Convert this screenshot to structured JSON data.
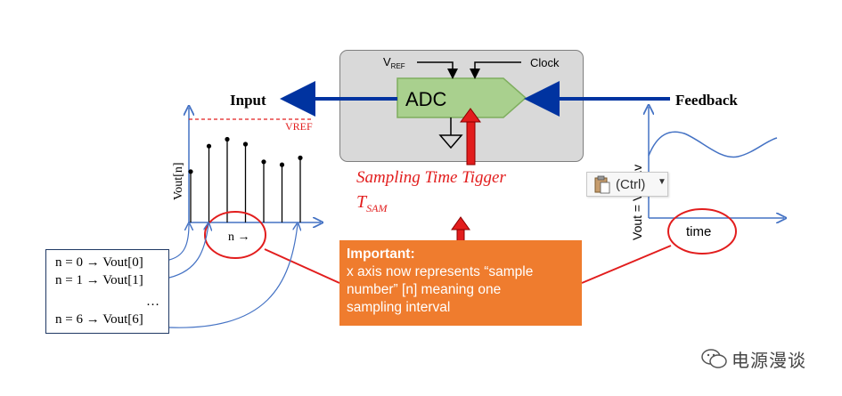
{
  "adc": {
    "block_label": "ADC",
    "vref_label": "V",
    "vref_subscript": "REF",
    "clock_label": "Clock"
  },
  "signals": {
    "input_label": "Input",
    "feedback_label": "Feedback"
  },
  "sampling": {
    "trigger_label": "Sampling Time Tigger",
    "tsam_main": "T",
    "tsam_subscript": "SAM"
  },
  "discrete_plot": {
    "ylabel": "Vout[n]",
    "xlabel": "n →",
    "vref_label": "VREF",
    "sample_values": [
      0.52,
      0.78,
      0.85,
      0.8,
      0.62,
      0.59,
      0.66
    ]
  },
  "continuous_plot": {
    "ylabel": "Vout = V ± Δv",
    "xlabel": "time"
  },
  "mapping": {
    "rows": [
      "n = 0 → Vout[0]",
      "n = 1 → Vout[1]",
      "…",
      "n = 6 → Vout[6]"
    ]
  },
  "important": {
    "title": "Important:",
    "line1": "x axis now represents “sample",
    "line2": "number” [n] meaning one",
    "line3": "sampling interval"
  },
  "paste_popup": {
    "label": "(Ctrl)"
  },
  "watermark": {
    "text": "电源漫谈"
  },
  "colors": {
    "blue_arrow": "#0033a0",
    "red": "#e21d1d",
    "orange_box": "#ef7c2e",
    "adc_green": "#a9d08e",
    "plot_blue": "#4472c4"
  }
}
